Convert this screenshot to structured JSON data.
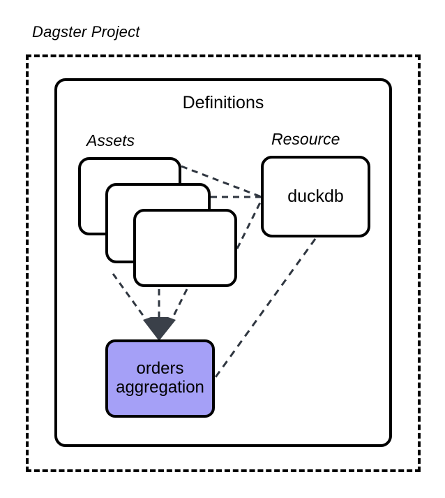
{
  "diagram": {
    "title": "Dagster Project",
    "container_label": "Definitions",
    "groups": {
      "assets_label": "Assets",
      "resource_label": "Resource"
    },
    "nodes": {
      "resource": {
        "label": "duckdb"
      },
      "downstream_asset": {
        "label_line_1": "orders",
        "label_line_2": "aggregation"
      },
      "upstream_assets": [
        {
          "label": ""
        },
        {
          "label": ""
        },
        {
          "label": ""
        }
      ]
    },
    "colors": {
      "asset_highlight": "#a5a0f7",
      "stroke": "#000000",
      "edge": "#2f3640",
      "background": "#ffffff"
    },
    "edges": [
      {
        "from": "asset-card-1",
        "to": "duckdb",
        "style": "dashed"
      },
      {
        "from": "asset-card-2",
        "to": "duckdb",
        "style": "dashed"
      },
      {
        "from": "asset-card-3",
        "to": "duckdb",
        "style": "dashed"
      },
      {
        "from": "asset-card-2",
        "to": "orders-aggregation",
        "style": "dashed",
        "arrow": true
      },
      {
        "from": "asset-card-3",
        "to": "orders-aggregation",
        "style": "dashed",
        "arrow": true
      },
      {
        "from": "asset-card-3-right",
        "to": "orders-aggregation",
        "style": "dashed",
        "arrow": true
      },
      {
        "from": "duckdb",
        "to": "orders-aggregation",
        "style": "dashed"
      }
    ]
  }
}
